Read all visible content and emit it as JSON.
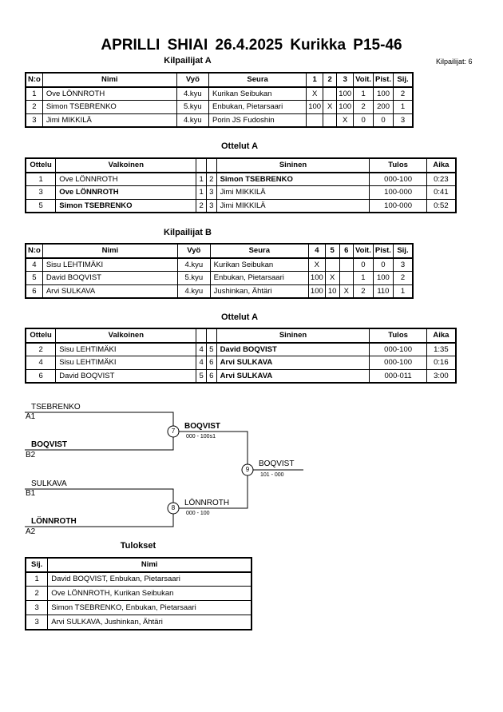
{
  "title": "APRILLI SHIAI  26.4.2025  Kurikka   P15-46",
  "competitor_count": "Kilpailijat: 6",
  "pool_a": {
    "title": "Kilpailijat A",
    "headers": [
      "N:o",
      "Nimi",
      "Vyö",
      "Seura",
      "1",
      "2",
      "3",
      "Voit.",
      "Pist.",
      "Sij."
    ],
    "rows": [
      [
        "1",
        "Ove LÖNNROTH",
        "4.kyu",
        "Kurikan Seibukan",
        "X",
        "",
        "100",
        "1",
        "100",
        "2"
      ],
      [
        "2",
        "Simon TSEBRENKO",
        "5.kyu",
        "Enbukan, Pietarsaari",
        "100",
        "X",
        "100",
        "2",
        "200",
        "1"
      ],
      [
        "3",
        "Jimi MIKKILÄ",
        "4.kyu",
        "Porin JS Fudoshin",
        "",
        "",
        "X",
        "0",
        "0",
        "3"
      ]
    ]
  },
  "matches_a": {
    "title": "Ottelut A",
    "headers": [
      "Ottelu",
      "Valkoinen",
      "",
      "",
      "Sininen",
      "Tulos",
      "Aika"
    ],
    "rows": [
      [
        "1",
        "Ove LÖNNROTH",
        "1",
        "2",
        "Simon TSEBRENKO",
        "000-100",
        "0:23"
      ],
      [
        "3",
        "Ove LÖNNROTH",
        "1",
        "3",
        "Jimi MIKKILÄ",
        "100-000",
        "0:41"
      ],
      [
        "5",
        "Simon TSEBRENKO",
        "2",
        "3",
        "Jimi MIKKILÄ",
        "100-000",
        "0:52"
      ]
    ],
    "winner": [
      "blue",
      "white",
      "white"
    ]
  },
  "pool_b": {
    "title": "Kilpailijat B",
    "headers": [
      "N:o",
      "Nimi",
      "Vyö",
      "Seura",
      "4",
      "5",
      "6",
      "Voit.",
      "Pist.",
      "Sij."
    ],
    "rows": [
      [
        "4",
        "Sisu LEHTIMÄKI",
        "4.kyu",
        "Kurikan Seibukan",
        "X",
        "",
        "",
        "0",
        "0",
        "3"
      ],
      [
        "5",
        "David BOQVIST",
        "5.kyu",
        "Enbukan, Pietarsaari",
        "100",
        "X",
        "",
        "1",
        "100",
        "2"
      ],
      [
        "6",
        "Arvi SULKAVA",
        "4.kyu",
        "Jushinkan, Ähtäri",
        "100",
        "10",
        "X",
        "2",
        "110",
        "1"
      ]
    ]
  },
  "matches_b": {
    "title": "Ottelut A",
    "headers": [
      "Ottelu",
      "Valkoinen",
      "",
      "",
      "Sininen",
      "Tulos",
      "Aika"
    ],
    "rows": [
      [
        "2",
        "Sisu LEHTIMÄKI",
        "4",
        "5",
        "David BOQVIST",
        "000-100",
        "1:35"
      ],
      [
        "4",
        "Sisu LEHTIMÄKI",
        "4",
        "6",
        "Arvi SULKAVA",
        "000-100",
        "0:16"
      ],
      [
        "6",
        "David BOQVIST",
        "5",
        "6",
        "Arvi SULKAVA",
        "000-011",
        "3:00"
      ]
    ],
    "winner": [
      "blue",
      "blue",
      "blue"
    ]
  },
  "bracket": {
    "sf1_top_name": "TSEBRENKO",
    "sf1_top_pool": "A1",
    "sf1_bottom_name": "BOQVIST",
    "sf1_bottom_pool": "B2",
    "sf1_number": "7",
    "sf1_winner": "BOQVIST",
    "sf1_score": "000 - 100s1",
    "sf2_top_name": "SULKAVA",
    "sf2_top_pool": "B1",
    "sf2_bottom_name": "LÖNNROTH",
    "sf2_bottom_pool": "A2",
    "sf2_number": "8",
    "sf2_winner": "LÖNNROTH",
    "sf2_score": "000 - 100",
    "final_number": "9",
    "final_winner": "BOQVIST",
    "final_score": "101 - 000"
  },
  "results": {
    "title": "Tulokset",
    "headers": [
      "Sij.",
      "Nimi"
    ],
    "rows": [
      [
        "1",
        "David BOQVIST, Enbukan, Pietarsaari"
      ],
      [
        "2",
        "Ove LÖNNROTH, Kurikan Seibukan"
      ],
      [
        "3",
        "Simon TSEBRENKO, Enbukan, Pietarsaari"
      ],
      [
        "3",
        "Arvi SULKAVA, Jushinkan, Ähtäri"
      ]
    ]
  }
}
